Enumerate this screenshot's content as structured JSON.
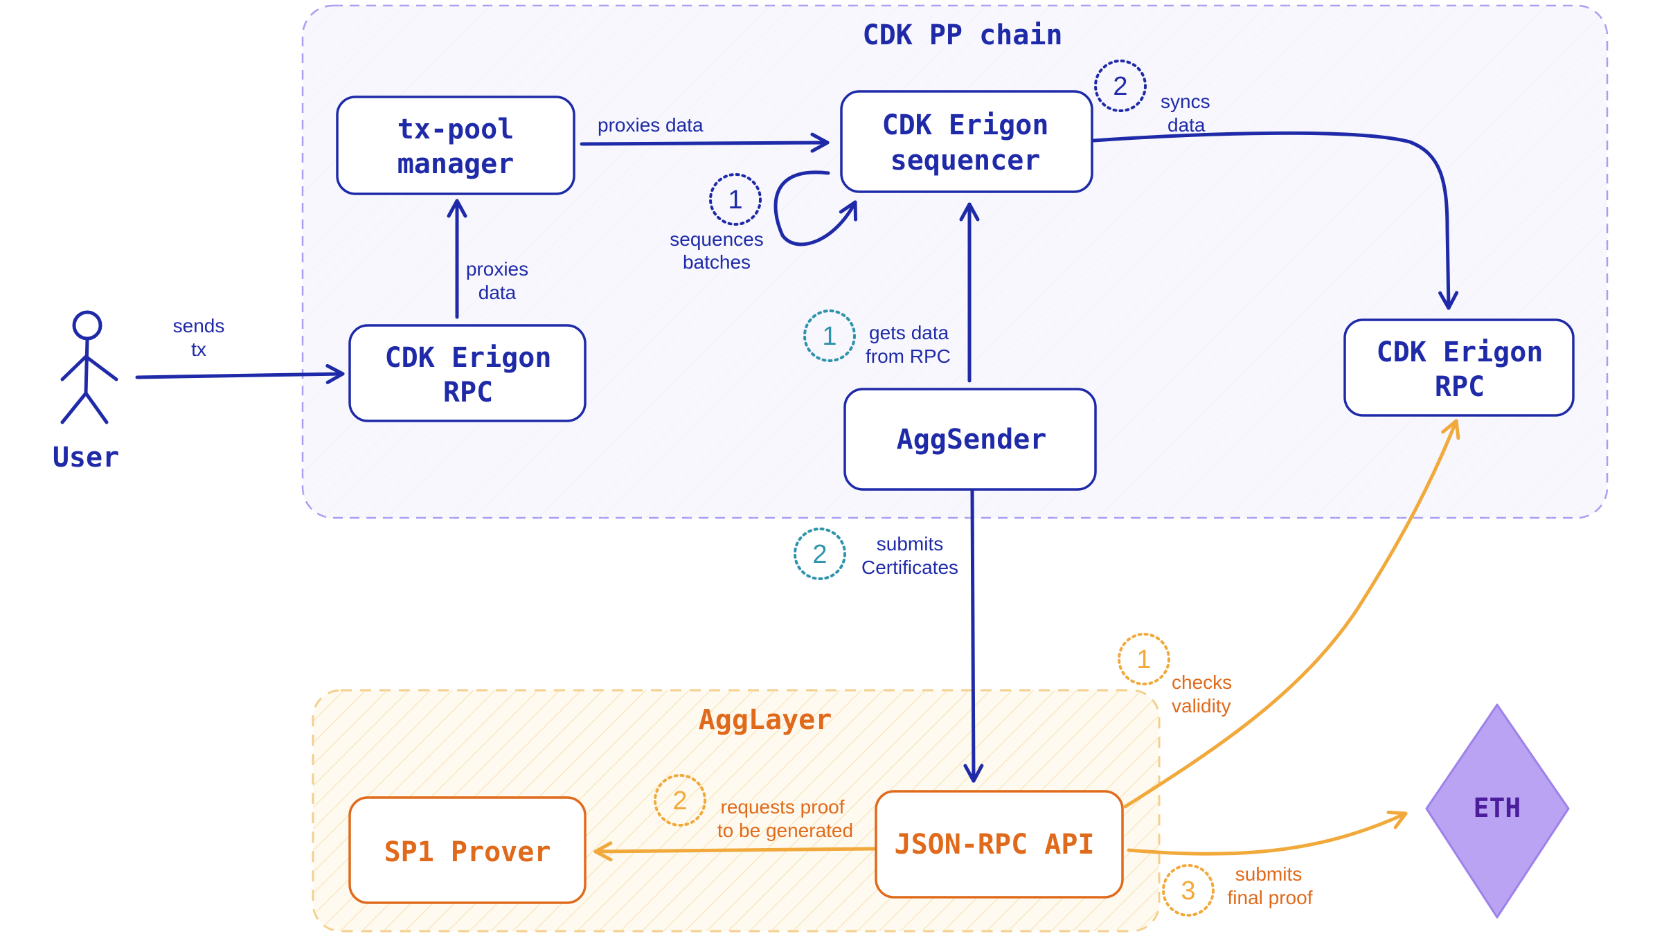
{
  "colors": {
    "blue": "#1f2aa8",
    "navy": "#233a9e",
    "purple_border": "#9a8ff0",
    "orange": "#e06a1b",
    "amber": "#f1a93b",
    "teal": "#2f93ab",
    "eth_fill": "#b9a3f2",
    "eth_text": "#4b1d9a"
  },
  "groups": {
    "cdk": {
      "title": "CDK PP chain"
    },
    "agglayer": {
      "title": "AggLayer"
    }
  },
  "actor": {
    "label": "User",
    "icon": "stick-figure-icon"
  },
  "nodes": {
    "txpool": {
      "line1": "tx-pool",
      "line2": "manager"
    },
    "sequencer": {
      "line1": "CDK Erigon",
      "line2": "sequencer"
    },
    "rpc_left": {
      "line1": "CDK Erigon",
      "line2": "RPC"
    },
    "rpc_right": {
      "line1": "CDK Erigon",
      "line2": "RPC"
    },
    "aggsender": {
      "label": "AggSender"
    },
    "sp1": {
      "label": "SP1 Prover"
    },
    "jsonrpc": {
      "label": "JSON-RPC API"
    },
    "eth": {
      "label": "ETH"
    }
  },
  "edges": {
    "sends_tx": {
      "line1": "sends",
      "line2": "tx"
    },
    "proxies_up": {
      "line1": "proxies",
      "line2": "data"
    },
    "proxies_data": {
      "line1": "proxies data"
    },
    "sequences": {
      "step": "1",
      "line1": "sequences",
      "line2": "batches"
    },
    "syncs": {
      "step": "2",
      "line1": "syncs",
      "line2": "data"
    },
    "gets_data": {
      "step": "1",
      "line1": "gets data",
      "line2": "from RPC"
    },
    "submits_certs": {
      "step": "2",
      "line1": "submits",
      "line2": "Certificates"
    },
    "checks": {
      "step": "1",
      "line1": "checks",
      "line2": "validity"
    },
    "requests_proof": {
      "step": "2",
      "line1": "requests proof",
      "line2": "to be generated"
    },
    "submits_final": {
      "step": "3",
      "line1": "submits",
      "line2": "final proof"
    }
  }
}
